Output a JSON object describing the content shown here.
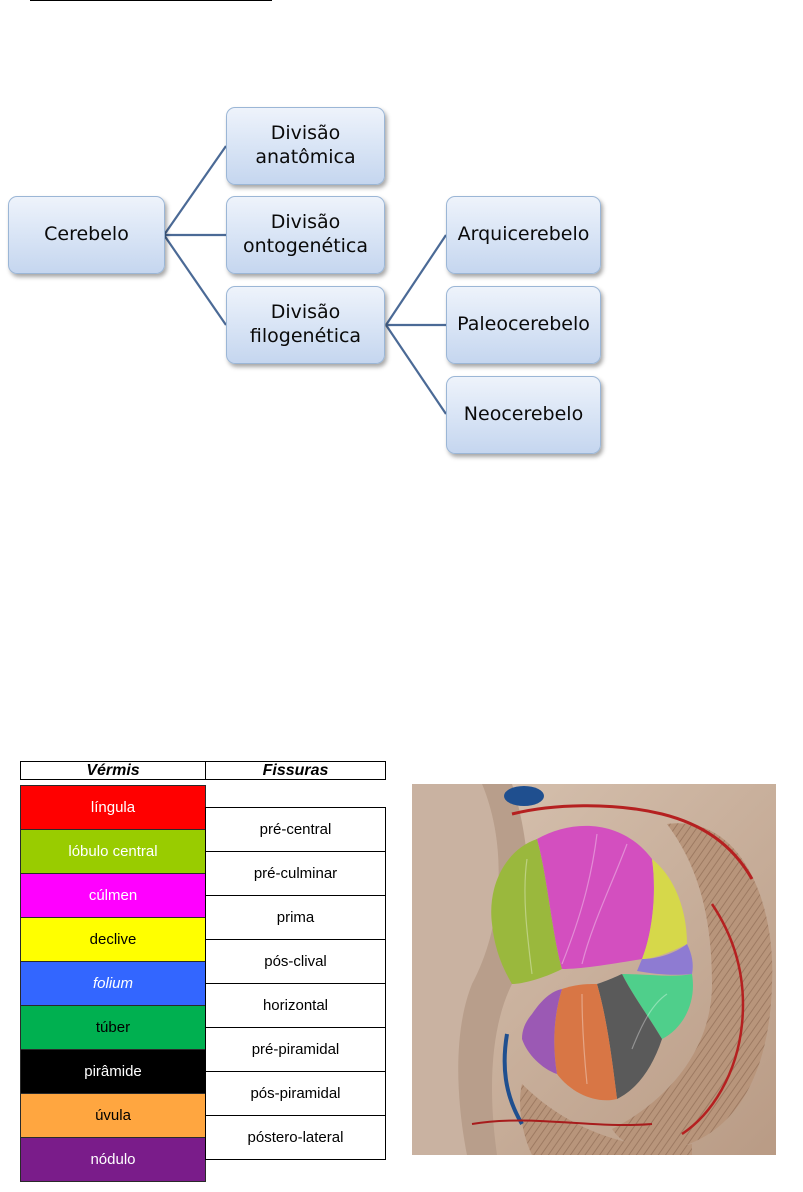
{
  "diagram": {
    "root": "Cerebelo",
    "divisions": [
      "Divisão\nanatômica",
      "Divisão\nontogenética",
      "Divisão\nfilogenética"
    ],
    "phylogenetic": [
      "Arquicerebelo",
      "Paleocerebelo",
      "Neocerebelo"
    ],
    "connector_color": "#4b6a96"
  },
  "table": {
    "header_vermis": "Vérmis",
    "header_fissures": "Fissuras",
    "vermis": [
      {
        "label": "língula",
        "color": "#ff0000",
        "text_color": "#ffffff",
        "italic": false
      },
      {
        "label": "lóbulo central",
        "color": "#99cc00",
        "text_color": "#ffffff",
        "italic": false
      },
      {
        "label": "cúlmen",
        "color": "#ff00ff",
        "text_color": "#ffffff",
        "italic": false
      },
      {
        "label": "declive",
        "color": "#ffff00",
        "text_color": "#000000",
        "italic": false
      },
      {
        "label": "folium",
        "color": "#3366ff",
        "text_color": "#ffffff",
        "italic": true
      },
      {
        "label": "túber",
        "color": "#00b050",
        "text_color": "#000000",
        "italic": false
      },
      {
        "label": "pirâmide",
        "color": "#000000",
        "text_color": "#ffffff",
        "italic": false
      },
      {
        "label": "úvula",
        "color": "#ffa640",
        "text_color": "#000000",
        "italic": false
      },
      {
        "label": "nódulo",
        "color": "#7a1c8a",
        "text_color": "#ffffff",
        "italic": false
      }
    ],
    "fissures": [
      "pré-central",
      "pré-culminar",
      "prima",
      "pós-clival",
      "horizontal",
      "pré-piramidal",
      "pós-piramidal",
      "póstero-lateral"
    ]
  },
  "anatomy_colors": {
    "background": "#cdb6a3",
    "lingula": "#e0524a",
    "central": "#9ab83d",
    "culmen": "#d34fbf",
    "declive": "#d6d84a",
    "folium": "#8e7bd2",
    "tuber": "#4fcf8b",
    "piramide": "#5a5a5a",
    "uvula": "#d87645",
    "nodulo": "#9b59b4"
  }
}
